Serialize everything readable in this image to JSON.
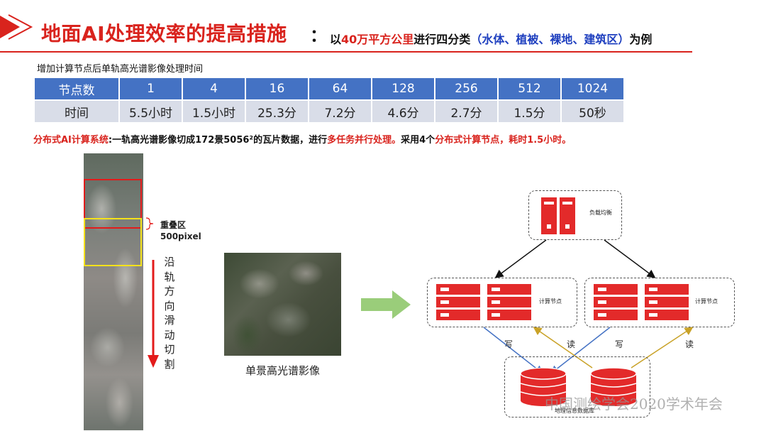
{
  "header": {
    "title": "地面AI处理效率的提高措施",
    "colon": "：",
    "subtitle_pre": "以",
    "subtitle_area": "40万平方公里",
    "subtitle_mid": "进行四分类",
    "subtitle_classes": "（水体、植被、裸地、建筑区）",
    "subtitle_post": "为例",
    "accent_color": "#d9231d",
    "class_color": "#1e3fbf"
  },
  "table": {
    "caption": "增加计算节点后单轨高光谱影像处理时间",
    "header_color": "#4472c4",
    "row_color": "#d9dde8",
    "node_label": "节点数",
    "nodes": [
      "1",
      "4",
      "16",
      "64",
      "128",
      "256",
      "512",
      "1024"
    ],
    "time_label": "时间",
    "times": [
      "5.5小时",
      "1.5小时",
      "25.3分",
      "7.2分",
      "4.6分",
      "2.7分",
      "1.5分",
      "50秒"
    ]
  },
  "description": {
    "label": "分布式AI计算系统",
    "part1": ":一轨高光谱影像切成172景5056²的瓦片数据，进行",
    "emph1": "多任务并行处理。",
    "part2": "采用4个",
    "emph2": "分布式计算节点，耗时1.5小时。"
  },
  "strip": {
    "overlap_label": "重叠区",
    "overlap_size": "500pixel",
    "slide_text": [
      "沿",
      "轨",
      "方",
      "向",
      "滑",
      "动",
      "切",
      "割"
    ]
  },
  "scene": {
    "caption": "单景高光谱影像"
  },
  "diagram": {
    "load_balancer_label": "负载均衡",
    "compute_node_label": "计算节点",
    "database_label": "地理信息数据库",
    "write_label": "写",
    "read_label": "读"
  },
  "watermark": "中国测绘学会2020学术年会"
}
